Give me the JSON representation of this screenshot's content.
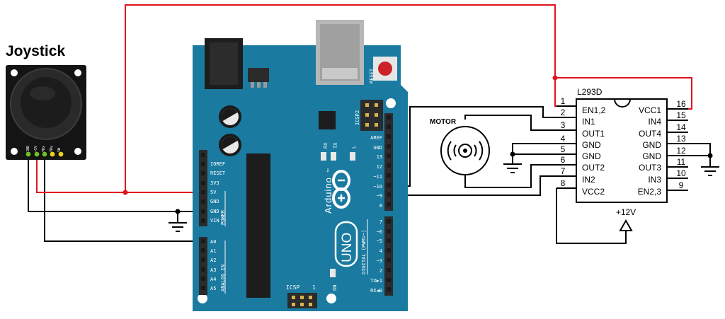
{
  "joystick": {
    "title": "Joystick",
    "pins": [
      "GND",
      "+5V",
      "VRx",
      "VRy",
      "SW"
    ]
  },
  "arduino": {
    "brand": "Arduino",
    "trademark": "™",
    "model": "UNO",
    "reset_label": "RESET",
    "icsp2_label": "ICSP2",
    "icsp_label": "ICSP",
    "icsp_pin1": "1",
    "rx_label": "RX",
    "tx_label": "TX",
    "l_label": "L",
    "on_label": "ON",
    "power_header": "POWER",
    "analog_header": "ANALOG IN",
    "digital_header": "DIGITAL (PWM=~)",
    "power_pins": [
      "IOREF",
      "RESET",
      "3V3",
      "5V",
      "GND",
      "GND",
      "VIN"
    ],
    "analog_pins": [
      "A0",
      "A1",
      "A2",
      "A3",
      "A4",
      "A5"
    ],
    "digital_top_pins": [
      "AREF",
      "GND",
      "13",
      "12",
      "~11",
      "~10",
      "~9",
      "8"
    ],
    "digital_bottom_pins": [
      "7",
      "~6",
      "~5",
      "4",
      "~3",
      "2",
      "TX▶1",
      "RX◀0"
    ]
  },
  "motor": {
    "label": "MOTOR"
  },
  "l293d": {
    "name": "L293D",
    "left_pins": [
      {
        "num": "1",
        "name": "EN1,2"
      },
      {
        "num": "2",
        "name": "IN1"
      },
      {
        "num": "3",
        "name": "OUT1"
      },
      {
        "num": "4",
        "name": "GND"
      },
      {
        "num": "5",
        "name": "GND"
      },
      {
        "num": "6",
        "name": "OUT2"
      },
      {
        "num": "7",
        "name": "IN2"
      },
      {
        "num": "8",
        "name": "VCC2"
      }
    ],
    "right_pins": [
      {
        "num": "16",
        "name": "VCC1"
      },
      {
        "num": "15",
        "name": "IN4"
      },
      {
        "num": "14",
        "name": "OUT4"
      },
      {
        "num": "13",
        "name": "GND"
      },
      {
        "num": "12",
        "name": "GND"
      },
      {
        "num": "11",
        "name": "OUT3"
      },
      {
        "num": "10",
        "name": "IN3"
      },
      {
        "num": "9",
        "name": "EN2,3"
      }
    ]
  },
  "supply": {
    "label": "+12V"
  },
  "colors": {
    "board": "#1a7aa0",
    "board_dark": "#12617f",
    "wire_red": "#e0141e",
    "wire_black": "#000000",
    "header": "#2b2b2b"
  }
}
